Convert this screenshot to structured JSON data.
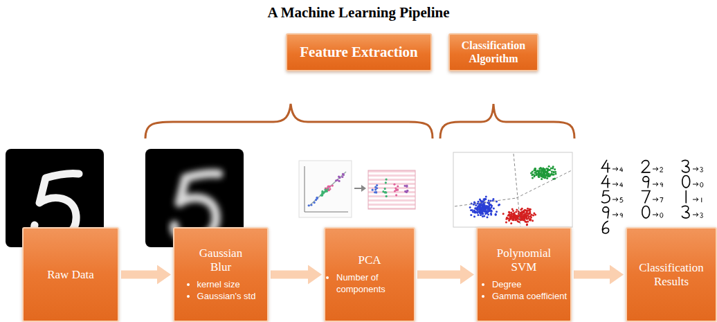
{
  "diagram": {
    "title": "A Machine Learning Pipeline",
    "nodes": [
      {
        "text": [
          "Feature Extraction"
        ]
      },
      {
        "text": [
          "Classification Algorithm"
        ]
      },
      {
        "text": [
          "Raw Data"
        ]
      },
      {
        "text": [
          "Gaussian Blur",
          "kernel size",
          "Gaussian's std"
        ]
      },
      {
        "text": [
          "PCA",
          "Number of components"
        ]
      },
      {
        "text": [
          "Polynomial SVM",
          "Degree",
          "Gamma coefficient"
        ]
      },
      {
        "text": [
          "Classification Results"
        ]
      }
    ],
    "edges": [
      {
        "from": 2,
        "to": 3,
        "arrow": "to"
      },
      {
        "from": 3,
        "to": 4,
        "arrow": "to"
      },
      {
        "from": 4,
        "to": 5,
        "arrow": "to"
      },
      {
        "from": 5,
        "to": 6,
        "arrow": "to"
      }
    ]
  }
}
